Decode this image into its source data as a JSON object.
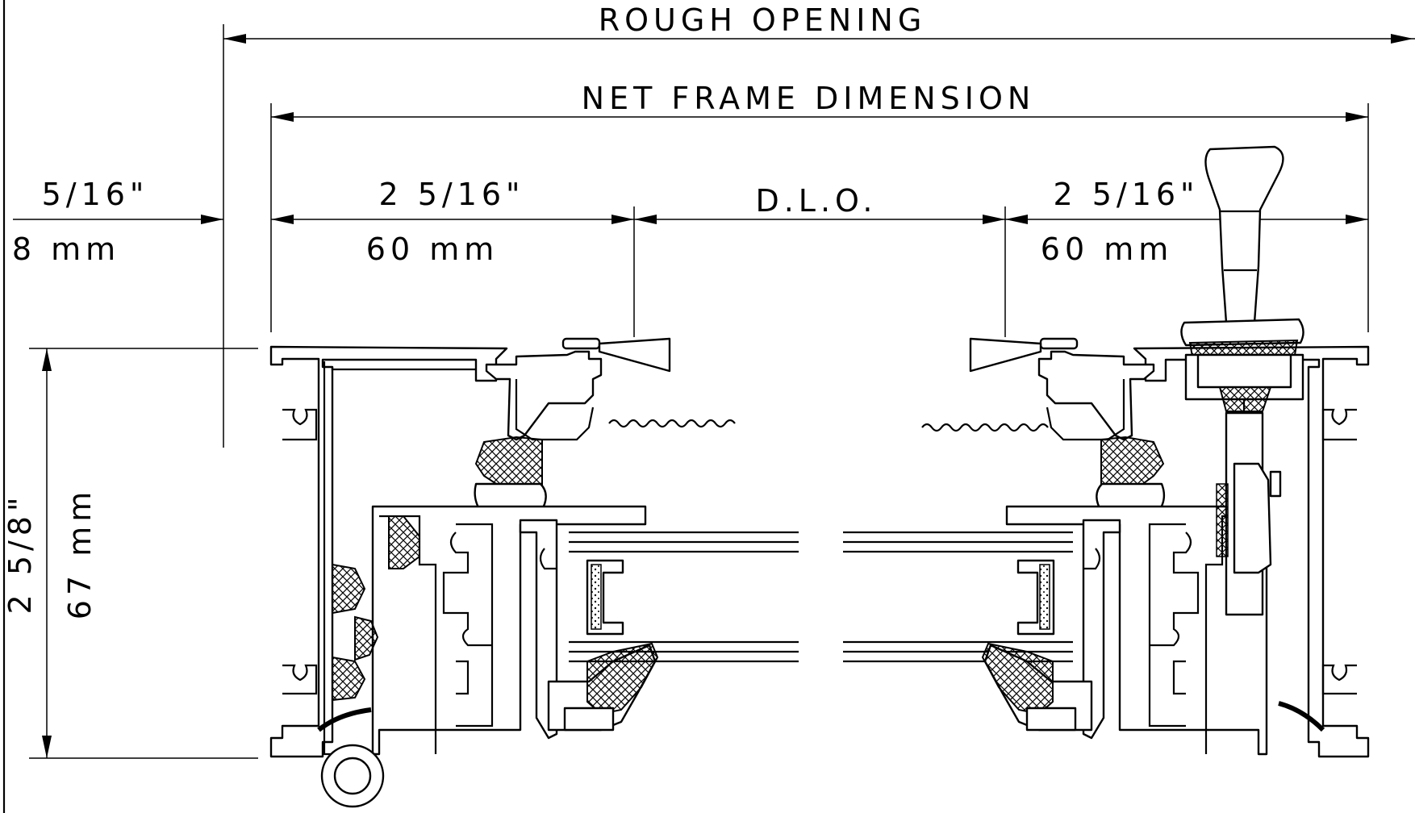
{
  "dimensions": {
    "rough_opening": "ROUGH OPENING",
    "net_frame": "NET FRAME DIMENSION",
    "left_offset_in": "5/16\"",
    "left_offset_mm": "8 mm",
    "left_frame_in": "2 5/16\"",
    "left_frame_mm": "60 mm",
    "dlo": "D.L.O.",
    "right_frame_in": "2 5/16\"",
    "right_frame_mm": "60 mm",
    "depth_in": "2 5/8\"",
    "depth_mm": "67 mm"
  }
}
